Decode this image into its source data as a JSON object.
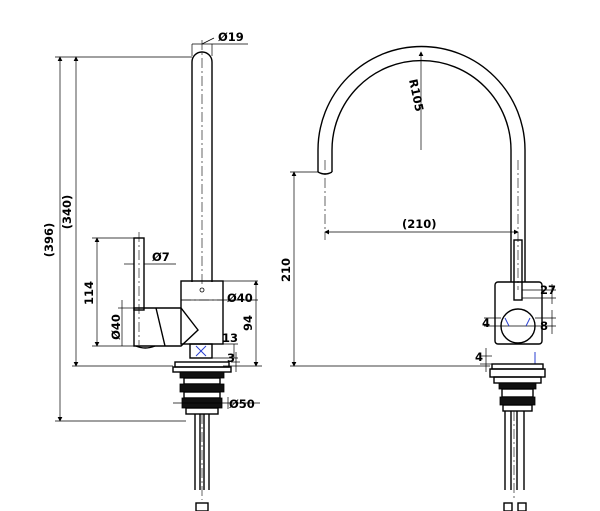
{
  "side_view": {
    "dims": {
      "spout_diameter": "Ø19",
      "total_height": "(396)",
      "spout_height": "(340)",
      "handle_height": "114",
      "handle_lever_diameter": "Ø7",
      "handle_diameter": "Ø40",
      "body_diameter": "Ø40",
      "body_height": "94",
      "aerator_offset": "13",
      "flange_height": "3",
      "base_diameter": "Ø50"
    }
  },
  "front_view": {
    "dims": {
      "arc_radius": "R105",
      "reach": "(210)",
      "outlet_height": "210",
      "body_width": "27",
      "handle_offset": "4",
      "handle_gap": "8",
      "flange_offset": "4"
    }
  }
}
